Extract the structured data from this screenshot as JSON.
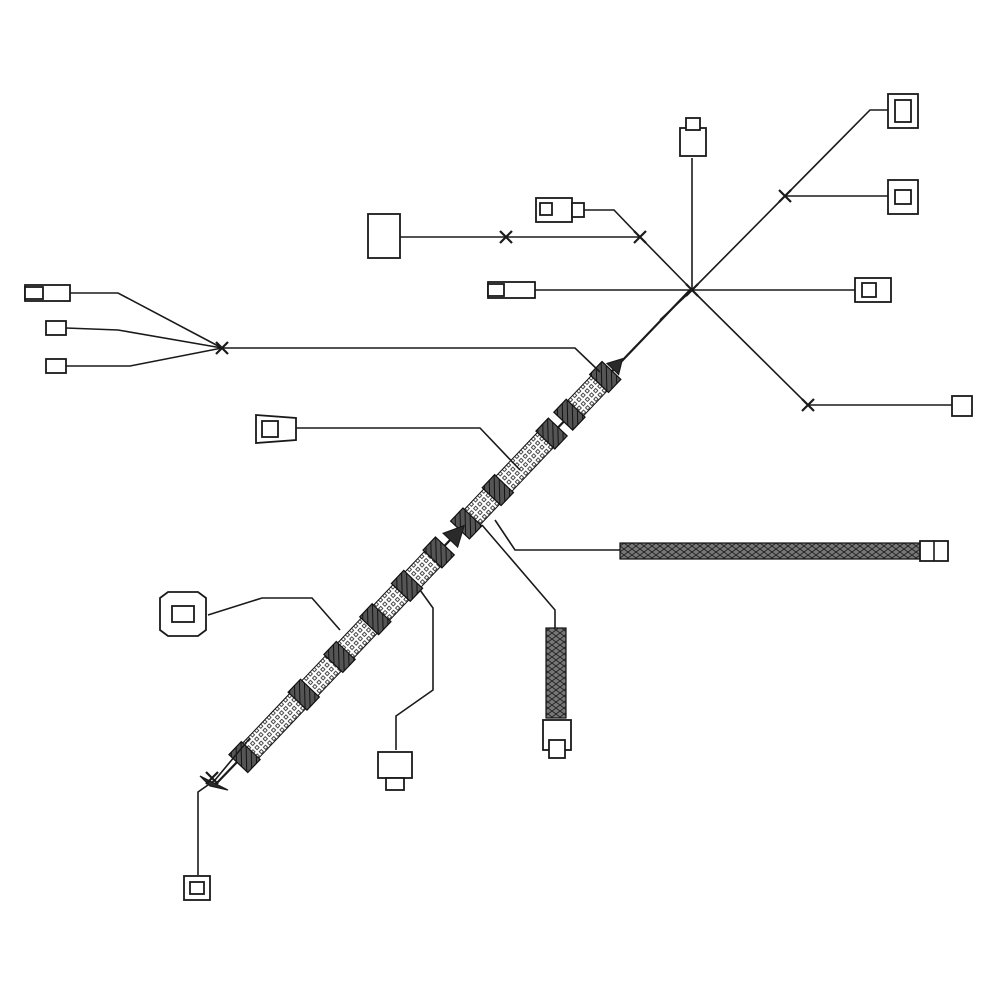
{
  "diagram": {
    "subject": "wire-harness",
    "colors": {
      "line": "#1a1a1a",
      "background": "#ffffff",
      "wrap": "#2a2a2a"
    },
    "main_trunk_segments": 8,
    "connector_count": 19,
    "splice_marks": 6
  }
}
